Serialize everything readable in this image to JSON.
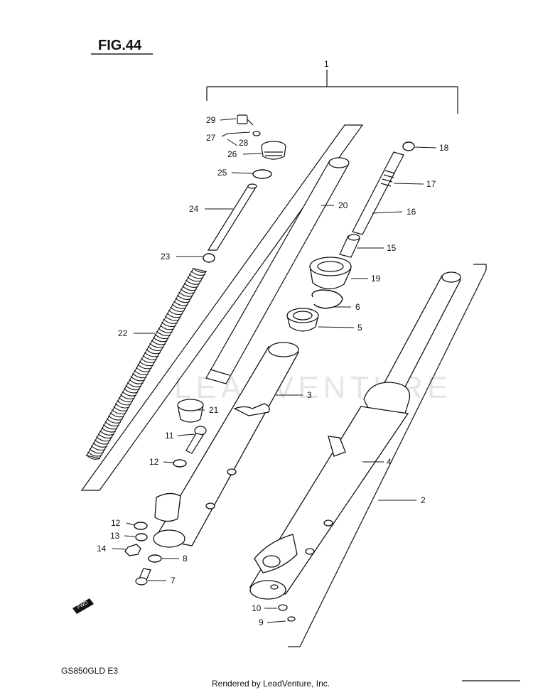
{
  "figure": {
    "title": "FIG.44",
    "model": "GS850GLD  E3",
    "rendered_by": "Rendered by LeadVenture, Inc.",
    "watermark": "LEADVENTURE",
    "fwd_label": "FWD"
  },
  "callouts": [
    {
      "id": "c1",
      "label": "1"
    },
    {
      "id": "c2",
      "label": "2"
    },
    {
      "id": "c3",
      "label": "3"
    },
    {
      "id": "c4",
      "label": "4"
    },
    {
      "id": "c5",
      "label": "5"
    },
    {
      "id": "c6",
      "label": "6"
    },
    {
      "id": "c7",
      "label": "7"
    },
    {
      "id": "c8",
      "label": "8"
    },
    {
      "id": "c9",
      "label": "9"
    },
    {
      "id": "c10",
      "label": "10"
    },
    {
      "id": "c11",
      "label": "11"
    },
    {
      "id": "c12a",
      "label": "12"
    },
    {
      "id": "c12b",
      "label": "12"
    },
    {
      "id": "c13",
      "label": "13"
    },
    {
      "id": "c14",
      "label": "14"
    },
    {
      "id": "c15",
      "label": "15"
    },
    {
      "id": "c16",
      "label": "16"
    },
    {
      "id": "c17",
      "label": "17"
    },
    {
      "id": "c18",
      "label": "18"
    },
    {
      "id": "c19",
      "label": "19"
    },
    {
      "id": "c20",
      "label": "20"
    },
    {
      "id": "c21",
      "label": "21"
    },
    {
      "id": "c22",
      "label": "22"
    },
    {
      "id": "c23",
      "label": "23"
    },
    {
      "id": "c24",
      "label": "24"
    },
    {
      "id": "c25",
      "label": "25"
    },
    {
      "id": "c26",
      "label": "26"
    },
    {
      "id": "c27",
      "label": "27"
    },
    {
      "id": "c28",
      "label": "28"
    },
    {
      "id": "c29",
      "label": "29"
    }
  ]
}
